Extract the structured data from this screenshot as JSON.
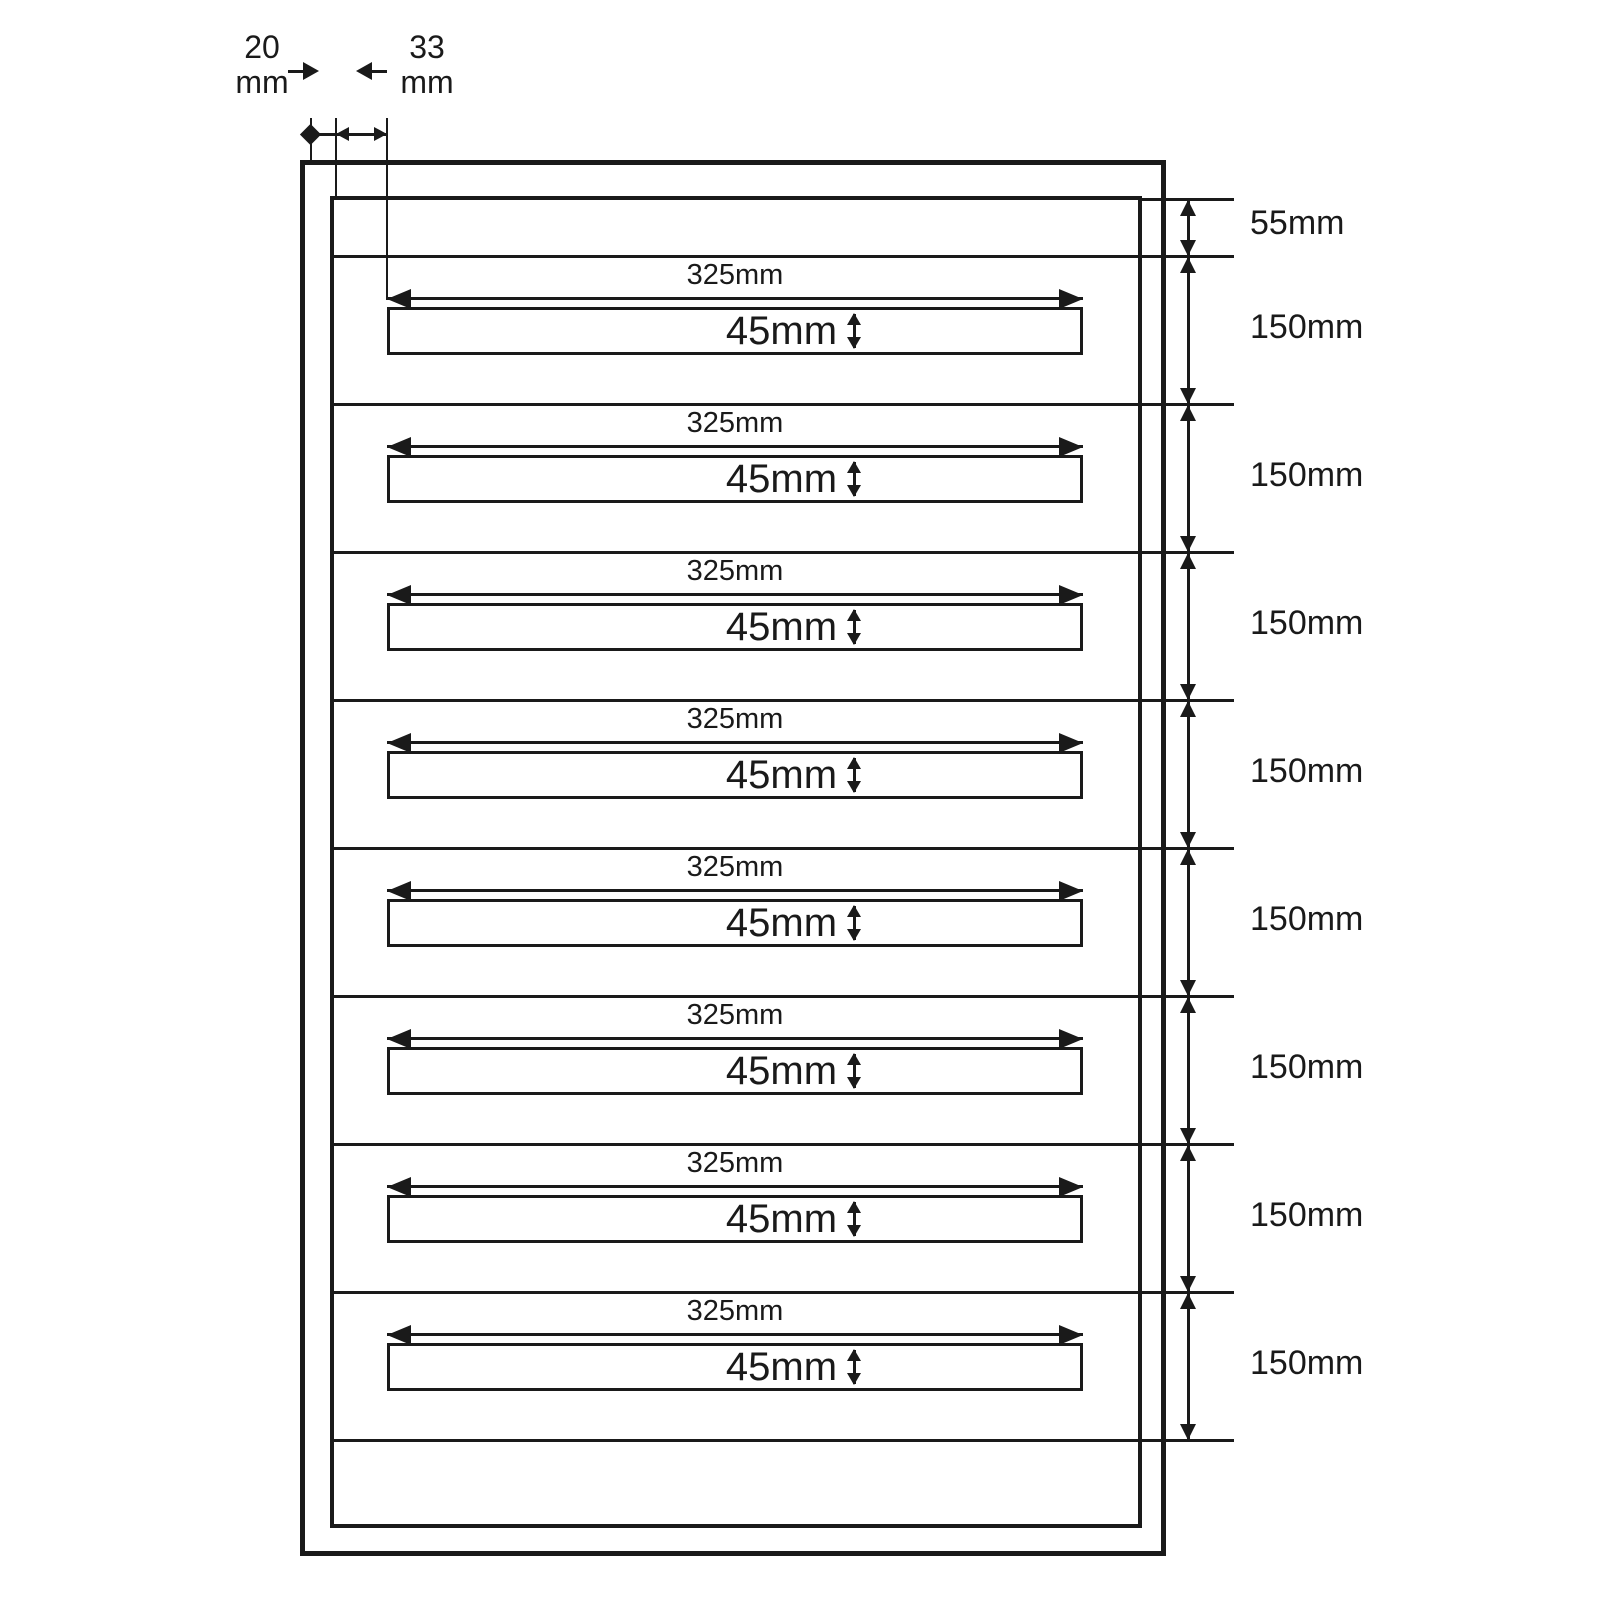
{
  "colors": {
    "line": "#1a1a1a",
    "background": "#ffffff"
  },
  "top_dimensions": {
    "outer_margin_label": "20\nmm",
    "inner_margin_label": "33\nmm"
  },
  "right_dimensions": {
    "top_section_height": "55mm"
  },
  "rows": [
    {
      "slot_width": "325mm",
      "slot_height": "45mm",
      "row_height": "150mm"
    },
    {
      "slot_width": "325mm",
      "slot_height": "45mm",
      "row_height": "150mm"
    },
    {
      "slot_width": "325mm",
      "slot_height": "45mm",
      "row_height": "150mm"
    },
    {
      "slot_width": "325mm",
      "slot_height": "45mm",
      "row_height": "150mm"
    },
    {
      "slot_width": "325mm",
      "slot_height": "45mm",
      "row_height": "150mm"
    },
    {
      "slot_width": "325mm",
      "slot_height": "45mm",
      "row_height": "150mm"
    },
    {
      "slot_width": "325mm",
      "slot_height": "45mm",
      "row_height": "150mm"
    },
    {
      "slot_width": "325mm",
      "slot_height": "45mm",
      "row_height": "150mm"
    }
  ]
}
